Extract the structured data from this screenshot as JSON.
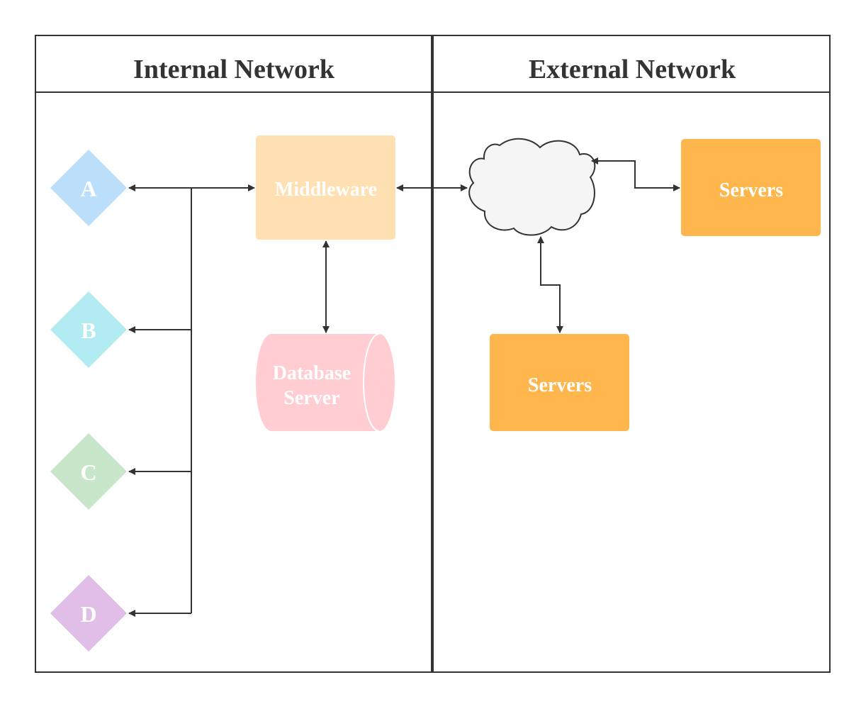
{
  "lanes": {
    "internal": {
      "title": "Internal Network"
    },
    "external": {
      "title": "External Network"
    }
  },
  "clients": [
    {
      "label": "A",
      "color": "#bbdefb"
    },
    {
      "label": "B",
      "color": "#b2ebf2"
    },
    {
      "label": "C",
      "color": "#c8e6c9"
    },
    {
      "label": "D",
      "color": "#e1bee7"
    }
  ],
  "middleware": {
    "label": "Middleware",
    "color": "#ffe0b2"
  },
  "database": {
    "line1": "Database",
    "line2": "Server",
    "color": "#ffcdd2"
  },
  "cloud": {
    "color": "#f5f5f5"
  },
  "servers_right": {
    "label": "Servers",
    "color": "#ffb74d"
  },
  "servers_bottom": {
    "label": "Servers",
    "color": "#ffb74d"
  }
}
